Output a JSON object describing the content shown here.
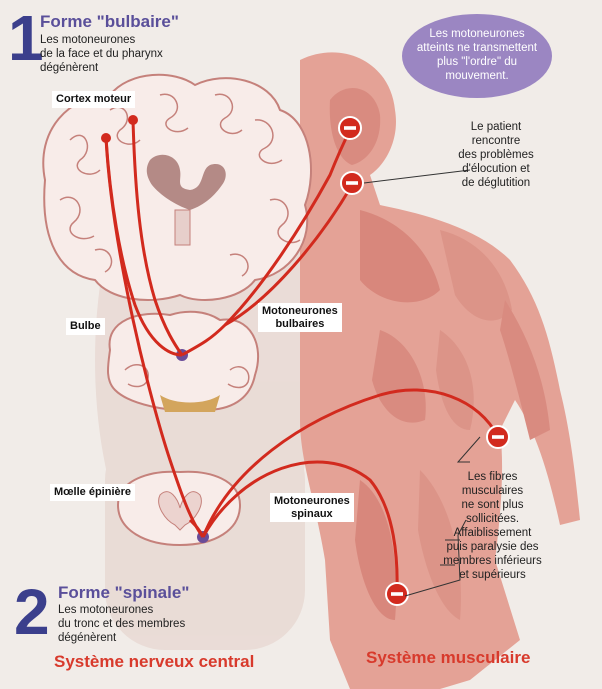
{
  "form1": {
    "number": "1",
    "title": "Forme \"bulbaire\"",
    "description_lines": [
      "Les motoneurones",
      "de la face et du pharynx",
      "dégénèrent"
    ]
  },
  "form2": {
    "number": "2",
    "title": "Forme \"spinale\"",
    "description_lines": [
      "Les motoneurones",
      "du tronc et des membres",
      "dégénèrent"
    ]
  },
  "labels": {
    "cortex": "Cortex moteur",
    "bulbe": "Bulbe",
    "motoneurones_bulbaires": [
      "Motoneurones",
      "bulbaires"
    ],
    "moelle": "Mœlle épinière",
    "motoneurones_spinaux": [
      "Motoneurones",
      "spinaux"
    ]
  },
  "bubble": {
    "lines": [
      "Les motoneurones",
      "atteints ne transmettent",
      "plus \"l'ordre\" du",
      "mouvement."
    ]
  },
  "notes": {
    "patient": [
      "Le patient",
      "rencontre",
      "des problèmes",
      "d'élocution et",
      "de déglutition"
    ],
    "fibres": [
      "Les fibres",
      "musculaires",
      "ne sont plus",
      "sollicitées.",
      "Affaiblissement",
      "puis paralysie des",
      "membres inférieurs",
      "et supérieurs"
    ]
  },
  "systems": {
    "central": "Système nerveux central",
    "muscular": "Système musculaire"
  },
  "colors": {
    "nerve": "#d22a1e",
    "brain": "#f7e9e6",
    "brain_outline": "#c87f7a",
    "muscle": "#e6a59c",
    "accent_purple": "#5a4f9a",
    "bubble": "#9b86c2",
    "title_red": "#d83a2c"
  }
}
